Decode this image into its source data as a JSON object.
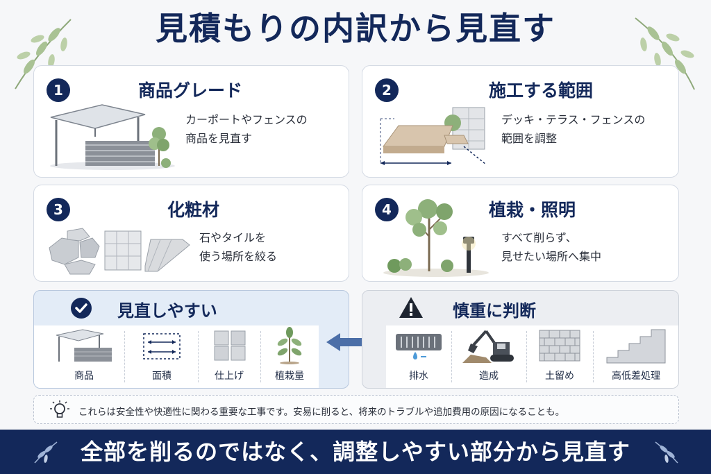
{
  "title": "見積もりの内訳から見直す",
  "cards": [
    {
      "num": "1",
      "title": "商品グレード",
      "desc": "カーポートやフェンスの\n商品を見直す"
    },
    {
      "num": "2",
      "title": "施工する範囲",
      "desc": "デッキ・テラス・フェンスの\n範囲を調整"
    },
    {
      "num": "3",
      "title": "化粧材",
      "desc": "石やタイルを\n使う場所を絞る"
    },
    {
      "num": "4",
      "title": "植栽・照明",
      "desc": "すべて削らず、\n見せたい場所へ集中"
    }
  ],
  "easy": {
    "title": "見直しやすい",
    "items": [
      "商品",
      "面積",
      "仕上げ",
      "植栽量"
    ]
  },
  "careful": {
    "title": "慎重に判断",
    "items": [
      "排水",
      "造成",
      "土留め",
      "高低差処理"
    ]
  },
  "note": "これらは安全性や快適性に関わる重要な工事です。安易に削ると、将来のトラブルや追加費用の原因になることも。",
  "banner": "全部を削るのではなく、調整しやすい部分から見直す",
  "colors": {
    "navy": "#13285a",
    "easy_bg": "#e3ecf7",
    "careful_bg": "#eceef2"
  }
}
